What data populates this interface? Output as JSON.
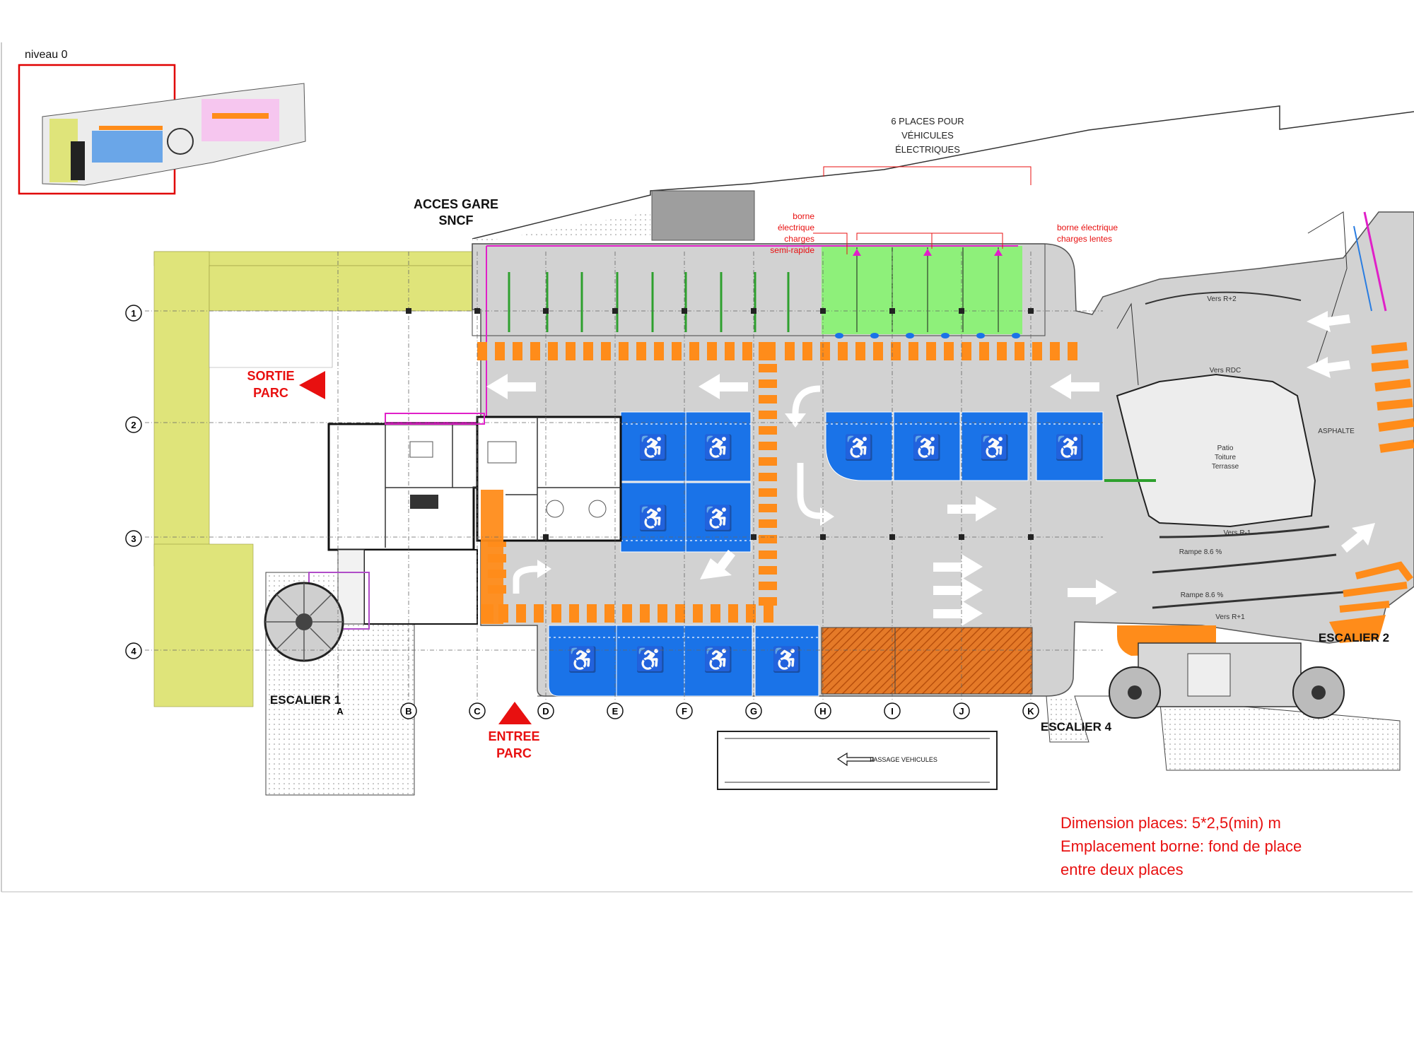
{
  "level_label": "niveau 0",
  "ev_places": {
    "line1": "6 PLACES POUR",
    "line2": "VÉHICULES",
    "line3": "ÉLECTRIQUES"
  },
  "acces_gare": {
    "line1": "ACCES GARE",
    "line2": "SNCF"
  },
  "borne_semi": {
    "line1": "borne",
    "line2": "électrique",
    "line3": "charges",
    "line4": "semi-rapide"
  },
  "borne_lente": {
    "line1": "borne électrique",
    "line2": "charges lentes"
  },
  "sortie": {
    "line1": "SORTIE",
    "line2": "PARC"
  },
  "entree": {
    "line1": "ENTREE",
    "line2": "PARC"
  },
  "escalier_1": "ESCALIER 1",
  "escalier_2": "ESCALIER 2",
  "escalier_4": "ESCALIER 4",
  "passage": "PASSAGE VEHICULES",
  "ramps": {
    "vers_r2": "Vers R+2",
    "vers_rdc": "Vers RDC",
    "vers_r_1": "Vers R-1",
    "rampe_1": "Rampe 8.6 %",
    "rampe_2": "Rampe 8.6 %",
    "vers_r1": "Vers R+1",
    "asphalte": "ASPHALTE",
    "patio_1": "Patio",
    "patio_2": "Toiture",
    "patio_3": "Terrasse"
  },
  "grid_rows": [
    "1",
    "2",
    "3",
    "4"
  ],
  "grid_cols": [
    "A",
    "B",
    "C",
    "D",
    "E",
    "F",
    "G",
    "H",
    "I",
    "J",
    "K"
  ],
  "dimension_note": {
    "line1": "Dimension places: 5*2,5(min) m",
    "line2": "Emplacement borne: fond de place",
    "line3": "entre deux places"
  },
  "colors": {
    "accessible": "#1a73e8",
    "ev_green": "#8ef07a",
    "orange": "#ff8c1a",
    "hatched": "#e07020",
    "yellow": "#dfe47a",
    "red": "#e81010",
    "grey": "#d2d2d2",
    "magenta": "#e020c8"
  }
}
